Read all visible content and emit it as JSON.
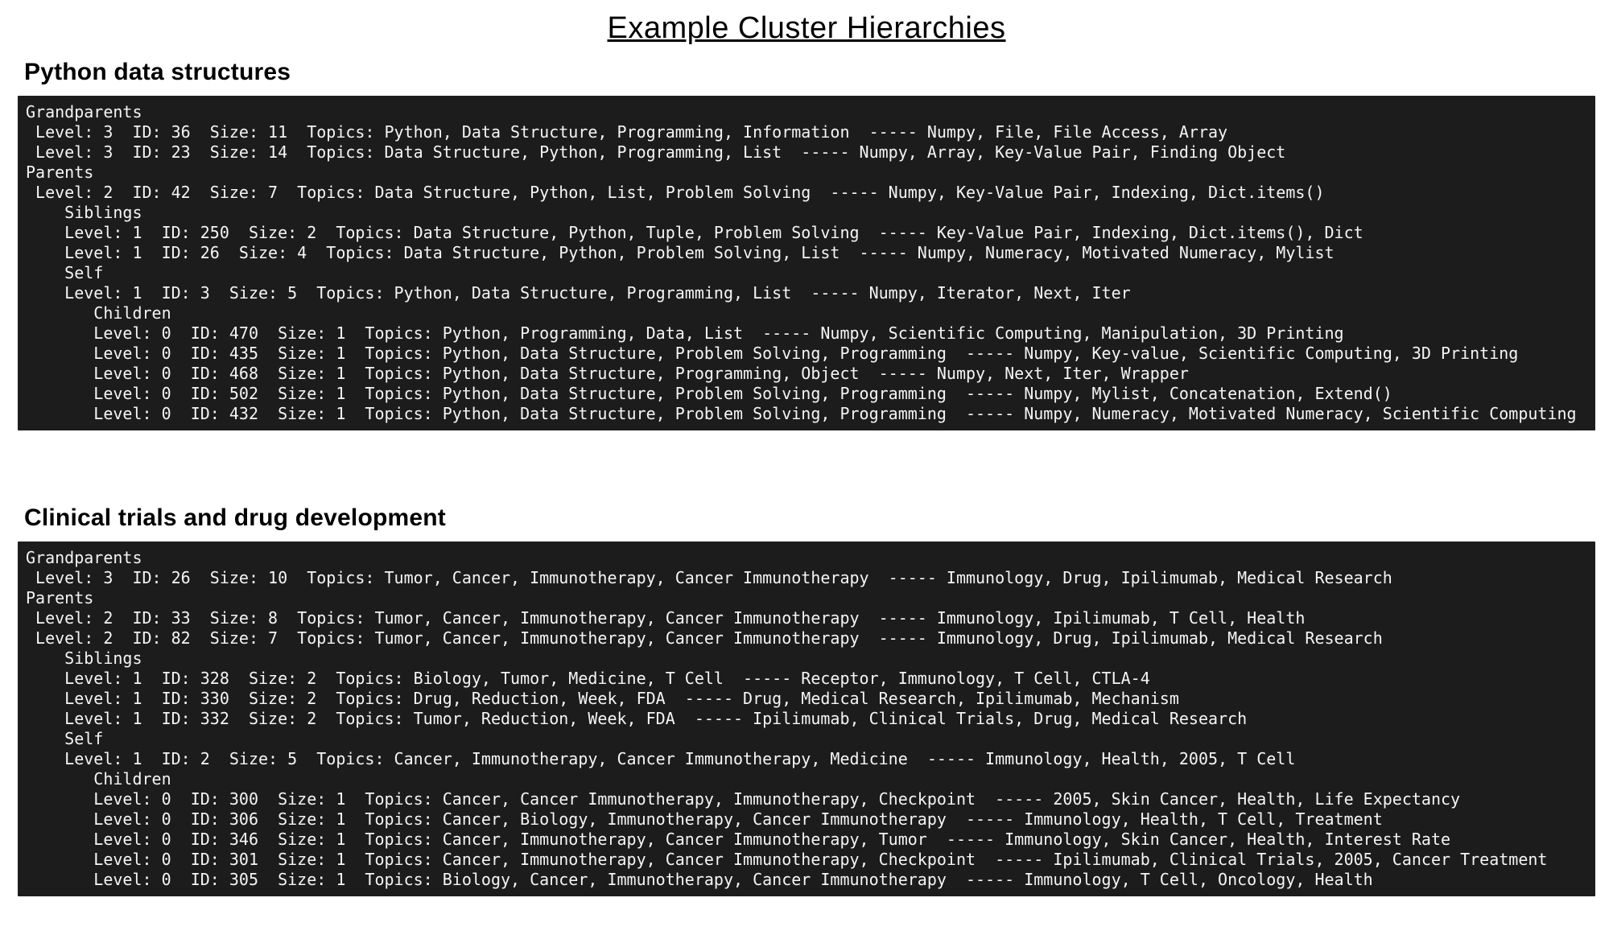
{
  "page": {
    "title": "Example Cluster Hierarchies"
  },
  "colors": {
    "page_bg": "#ffffff",
    "heading_text": "#000000",
    "terminal_bg": "#1c1c1c",
    "terminal_text": "#f5f5f5"
  },
  "sections": [
    {
      "heading": "Python data structures",
      "lines": [
        "Grandparents",
        " Level: 3  ID: 36  Size: 11  Topics: Python, Data Structure, Programming, Information  ----- Numpy, File, File Access, Array",
        " Level: 3  ID: 23  Size: 14  Topics: Data Structure, Python, Programming, List  ----- Numpy, Array, Key-Value Pair, Finding Object",
        "Parents",
        " Level: 2  ID: 42  Size: 7  Topics: Data Structure, Python, List, Problem Solving  ----- Numpy, Key-Value Pair, Indexing, Dict.items()",
        "    Siblings",
        "    Level: 1  ID: 250  Size: 2  Topics: Data Structure, Python, Tuple, Problem Solving  ----- Key-Value Pair, Indexing, Dict.items(), Dict",
        "    Level: 1  ID: 26  Size: 4  Topics: Data Structure, Python, Problem Solving, List  ----- Numpy, Numeracy, Motivated Numeracy, Mylist",
        "    Self",
        "    Level: 1  ID: 3  Size: 5  Topics: Python, Data Structure, Programming, List  ----- Numpy, Iterator, Next, Iter",
        "       Children",
        "       Level: 0  ID: 470  Size: 1  Topics: Python, Programming, Data, List  ----- Numpy, Scientific Computing, Manipulation, 3D Printing",
        "       Level: 0  ID: 435  Size: 1  Topics: Python, Data Structure, Problem Solving, Programming  ----- Numpy, Key-value, Scientific Computing, 3D Printing",
        "       Level: 0  ID: 468  Size: 1  Topics: Python, Data Structure, Programming, Object  ----- Numpy, Next, Iter, Wrapper",
        "       Level: 0  ID: 502  Size: 1  Topics: Python, Data Structure, Problem Solving, Programming  ----- Numpy, Mylist, Concatenation, Extend()",
        "       Level: 0  ID: 432  Size: 1  Topics: Python, Data Structure, Problem Solving, Programming  ----- Numpy, Numeracy, Motivated Numeracy, Scientific Computing"
      ]
    },
    {
      "heading": "Clinical trials and drug development",
      "lines": [
        "Grandparents",
        " Level: 3  ID: 26  Size: 10  Topics: Tumor, Cancer, Immunotherapy, Cancer Immunotherapy  ----- Immunology, Drug, Ipilimumab, Medical Research",
        "Parents",
        " Level: 2  ID: 33  Size: 8  Topics: Tumor, Cancer, Immunotherapy, Cancer Immunotherapy  ----- Immunology, Ipilimumab, T Cell, Health",
        " Level: 2  ID: 82  Size: 7  Topics: Tumor, Cancer, Immunotherapy, Cancer Immunotherapy  ----- Immunology, Drug, Ipilimumab, Medical Research",
        "    Siblings",
        "    Level: 1  ID: 328  Size: 2  Topics: Biology, Tumor, Medicine, T Cell  ----- Receptor, Immunology, T Cell, CTLA-4",
        "    Level: 1  ID: 330  Size: 2  Topics: Drug, Reduction, Week, FDA  ----- Drug, Medical Research, Ipilimumab, Mechanism",
        "    Level: 1  ID: 332  Size: 2  Topics: Tumor, Reduction, Week, FDA  ----- Ipilimumab, Clinical Trials, Drug, Medical Research",
        "    Self",
        "    Level: 1  ID: 2  Size: 5  Topics: Cancer, Immunotherapy, Cancer Immunotherapy, Medicine  ----- Immunology, Health, 2005, T Cell",
        "       Children",
        "       Level: 0  ID: 300  Size: 1  Topics: Cancer, Cancer Immunotherapy, Immunotherapy, Checkpoint  ----- 2005, Skin Cancer, Health, Life Expectancy",
        "       Level: 0  ID: 306  Size: 1  Topics: Cancer, Biology, Immunotherapy, Cancer Immunotherapy  ----- Immunology, Health, T Cell, Treatment",
        "       Level: 0  ID: 346  Size: 1  Topics: Cancer, Immunotherapy, Cancer Immunotherapy, Tumor  ----- Immunology, Skin Cancer, Health, Interest Rate",
        "       Level: 0  ID: 301  Size: 1  Topics: Cancer, Immunotherapy, Cancer Immunotherapy, Checkpoint  ----- Ipilimumab, Clinical Trials, 2005, Cancer Treatment",
        "       Level: 0  ID: 305  Size: 1  Topics: Biology, Cancer, Immunotherapy, Cancer Immunotherapy  ----- Immunology, T Cell, Oncology, Health"
      ]
    }
  ]
}
